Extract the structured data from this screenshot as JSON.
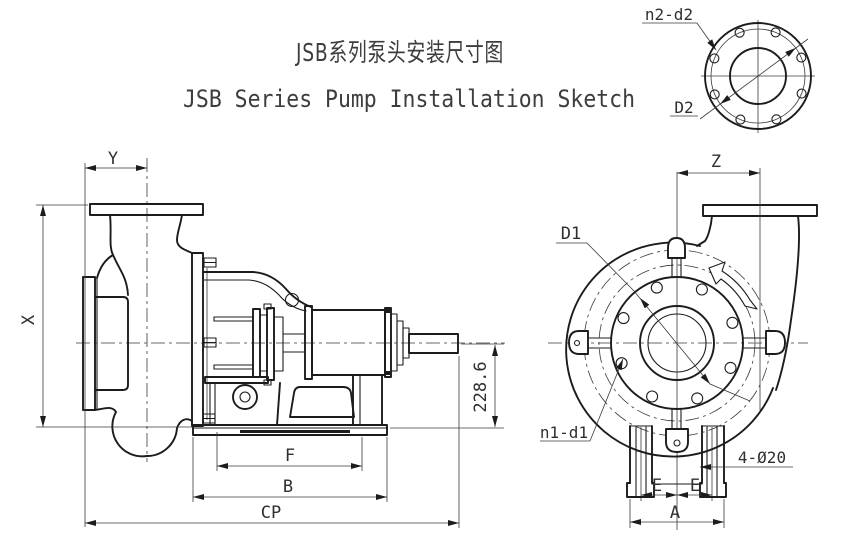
{
  "titles": {
    "zh": "JSB系列泵头安装尺寸图",
    "en": "JSB Series Pump Installation Sketch"
  },
  "flange_detail": {
    "bolt_pattern": "n2-d2",
    "bolt_circle": "D2"
  },
  "side_view": {
    "dim_y": "Y",
    "dim_x": "X",
    "dim_f": "F",
    "dim_b": "B",
    "dim_cp": "CP",
    "dim_height": "228.6"
  },
  "front_view": {
    "dim_z": "Z",
    "bolt_circle": "D1",
    "bolt_pattern": "n1-d1",
    "base_holes": "4-Ø20",
    "dim_e1": "E",
    "dim_e2": "E",
    "dim_a": "A"
  },
  "colors": {
    "line": "#1c1c1c",
    "dim_line": "#3a3a3a",
    "text": "#2f2f2f",
    "background": "#ffffff"
  }
}
